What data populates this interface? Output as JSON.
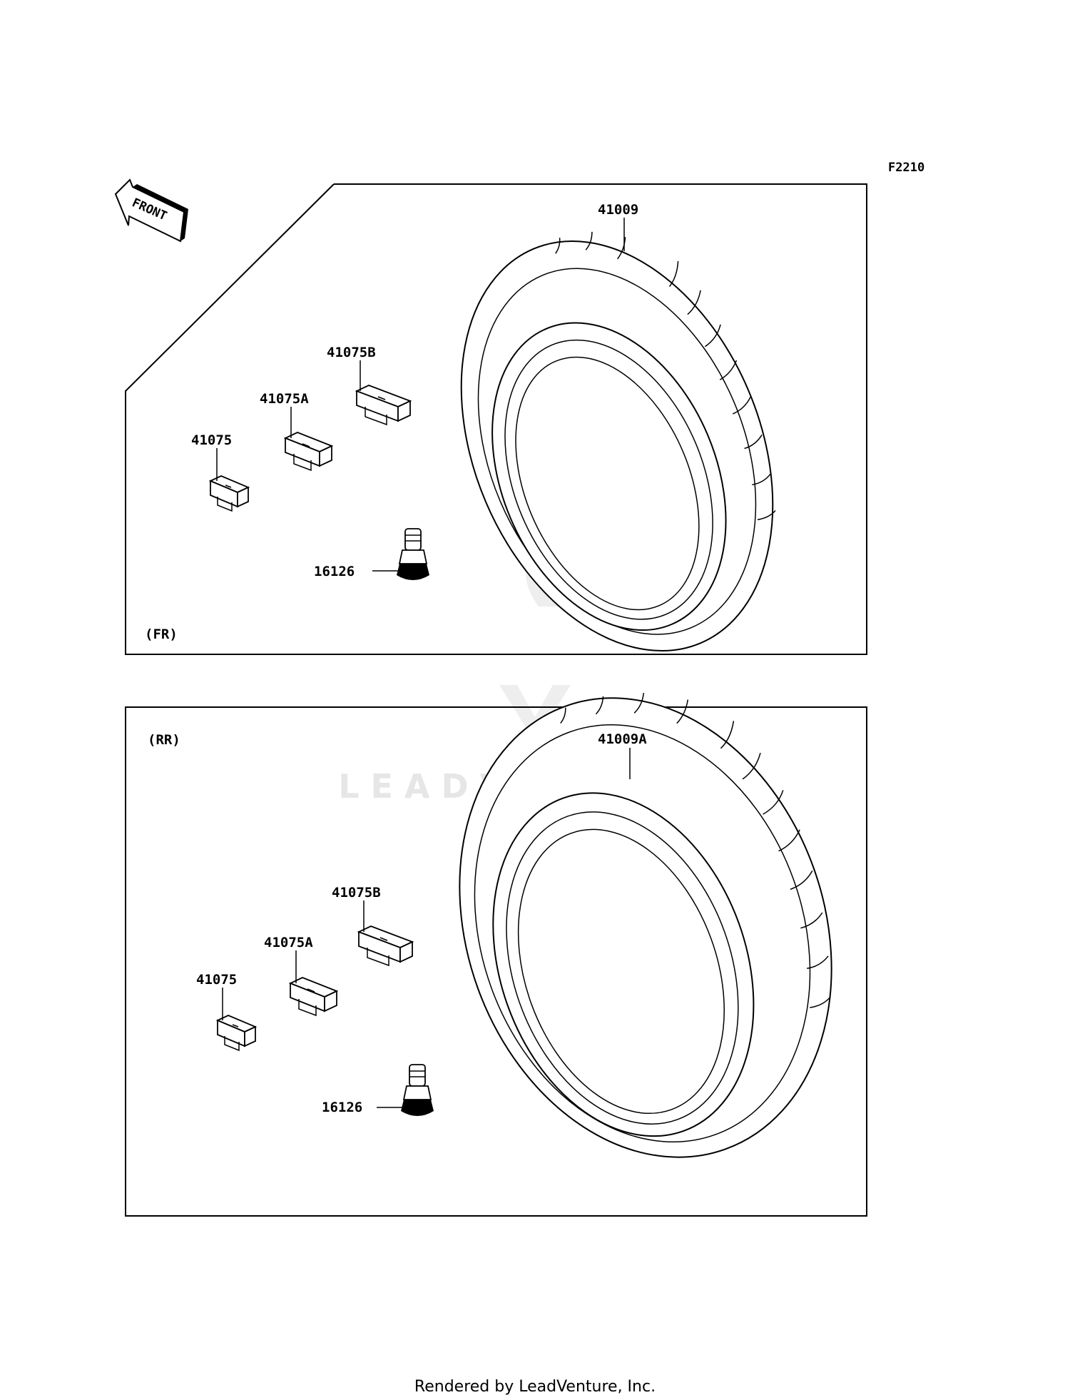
{
  "figure_code": "F2210",
  "front_arrow_text": "FRONT",
  "watermark_text": "LEADVENTURE",
  "footer_text": "Rendered by LeadVenture, Inc.",
  "front_panel": {
    "section_label": "(FR)",
    "parts": {
      "tire": "41009",
      "weight_b": "41075B",
      "weight_a": "41075A",
      "weight": "41075",
      "valve": "16126"
    }
  },
  "rear_panel": {
    "section_label": "(RR)",
    "parts": {
      "tire": "41009A",
      "weight_b": "41075B",
      "weight_a": "41075A",
      "weight": "41075",
      "valve": "16126"
    }
  },
  "colors": {
    "line": "#000000",
    "background": "#ffffff",
    "watermark": "#e6e6e6"
  }
}
